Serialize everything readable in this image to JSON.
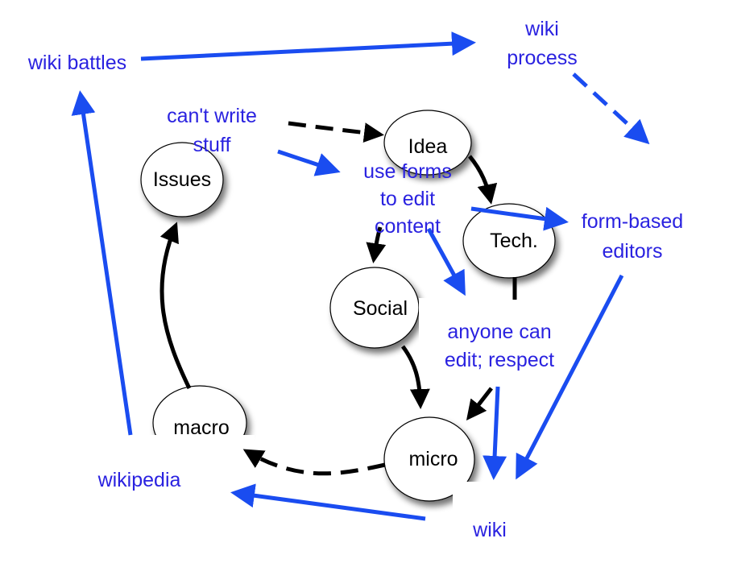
{
  "colors": {
    "blue": "#1a4cf0",
    "label_blue": "#2a22e0",
    "black": "#000000",
    "node_fill": "#ffffff"
  },
  "nodes": {
    "issues": "Issues",
    "idea": "Idea",
    "tech": "Tech.",
    "social": "Social",
    "micro": "micro",
    "macro": "macro"
  },
  "labels": {
    "wiki_battles": "wiki battles",
    "wiki_process_1": "wiki",
    "wiki_process_2": "process",
    "cant_write_1": "can't write",
    "cant_write_2": "stuff",
    "use_forms_1": "use forms",
    "use_forms_2": "to edit",
    "use_forms_3": "content",
    "form_based_1": "form-based",
    "form_based_2": "editors",
    "anyone_1": "anyone can",
    "anyone_2": "edit; respect",
    "wikipedia": "wikipedia",
    "wiki": "wiki"
  }
}
